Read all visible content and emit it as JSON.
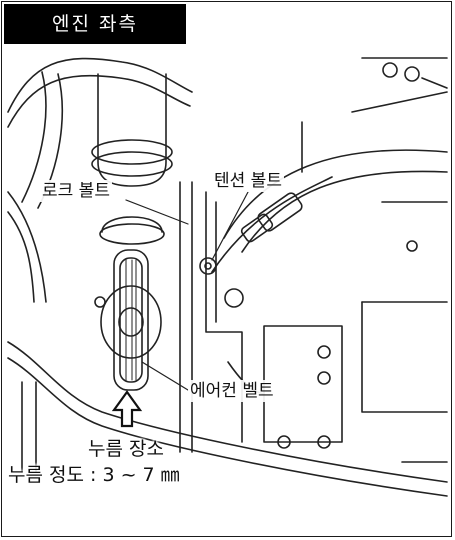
{
  "header": {
    "title": "엔진 좌측"
  },
  "labels": {
    "lock_bolt": "로크 볼트",
    "tension_bolt": "텐션 볼트",
    "aircon_belt": "에어컨 벨트",
    "press_point": "누름 장소",
    "press_depth": "누름 정도 : 3 ~ 7 ㎜"
  },
  "icons": {
    "press_arrow": "up-arrow-outline-icon"
  },
  "colors": {
    "line": "#222222",
    "title_bg": "#000000",
    "title_text": "#ffffff"
  }
}
